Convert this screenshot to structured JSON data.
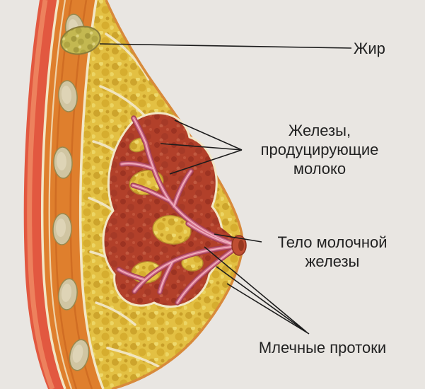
{
  "figure": {
    "background": "#e9e6e2",
    "labels": {
      "fat": "Жир",
      "glands": "Железы,\nпродуцирующие\nмолоко",
      "body": "Тело молочной\nжелезы",
      "ducts": "Млечные протоки"
    },
    "colors": {
      "skin": "#e25840",
      "skin_highlight": "#ee8660",
      "muscle": "#df7f2d",
      "muscle_streak": "#c9641e",
      "rib": "#d0c5a2",
      "fat": "#e3c043",
      "fat_shadow": "#cda42c",
      "olive_lobule": "#c3b851",
      "gland": "#b2402a",
      "duct": "#d4718b",
      "duct_outline": "#a34058",
      "ligament": "#f2e7c6",
      "breast_outline": "#d88a3a",
      "nipple": "#bf4e33",
      "leader_line": "#1c1c1c",
      "label_text": "#222222"
    }
  }
}
